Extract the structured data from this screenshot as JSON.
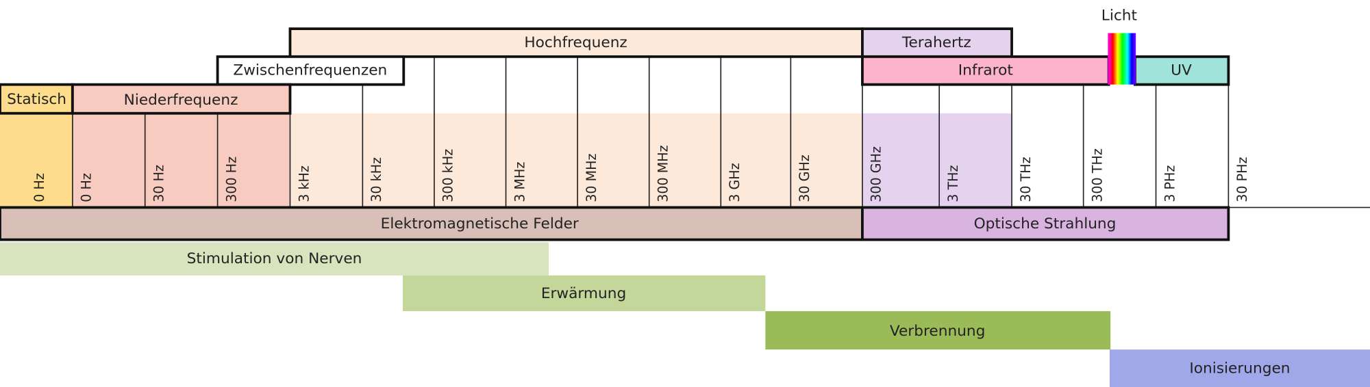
{
  "colors": {
    "statisch": "#FDDC8C",
    "niederfrequenz": "#F8CBC1",
    "hochfrequenz": "#FDE9DA",
    "terahertz": "#E5D2EE",
    "infrarot": "#FDB3CB",
    "uv": "#A0E3DB",
    "elektromagnetische_felder": "#D8C0B8",
    "optische_strahlung": "#D9B4E1",
    "stimulation": "#D8E4BD",
    "erwaermung": "#C4D79B",
    "verbrennung": "#9BBB59",
    "ionisierungen": "#A0A8EA"
  },
  "bands": {
    "hochfrequenz": "Hochfrequenz",
    "terahertz": "Terahertz",
    "licht": "Licht",
    "zwischenfrequenzen": "Zwischenfrequenzen",
    "infrarot": "Infrarot",
    "uv": "UV",
    "statisch": "Statisch",
    "niederfrequenz": "Niederfrequenz"
  },
  "frequencies": [
    "0 Hz",
    "0 Hz",
    "30 Hz",
    "300 Hz",
    "3 kHz",
    "30 kHz",
    "300 kHz",
    "3 MHz",
    "30 MHz",
    "300 MHz",
    "3 GHz",
    "30 GHz",
    "300 GHz",
    "3 THz",
    "30 THz",
    "300 THz",
    "3 PHz",
    "30 PHz"
  ],
  "categories": {
    "elektromagnetische_felder": "Elektromagnetische Felder",
    "optische_strahlung": "Optische Strahlung"
  },
  "effects": {
    "stimulation": "Stimulation von Nerven",
    "erwaermung": "Erwärmung",
    "verbrennung": "Verbrennung",
    "ionisierungen": "Ionisierungen"
  }
}
